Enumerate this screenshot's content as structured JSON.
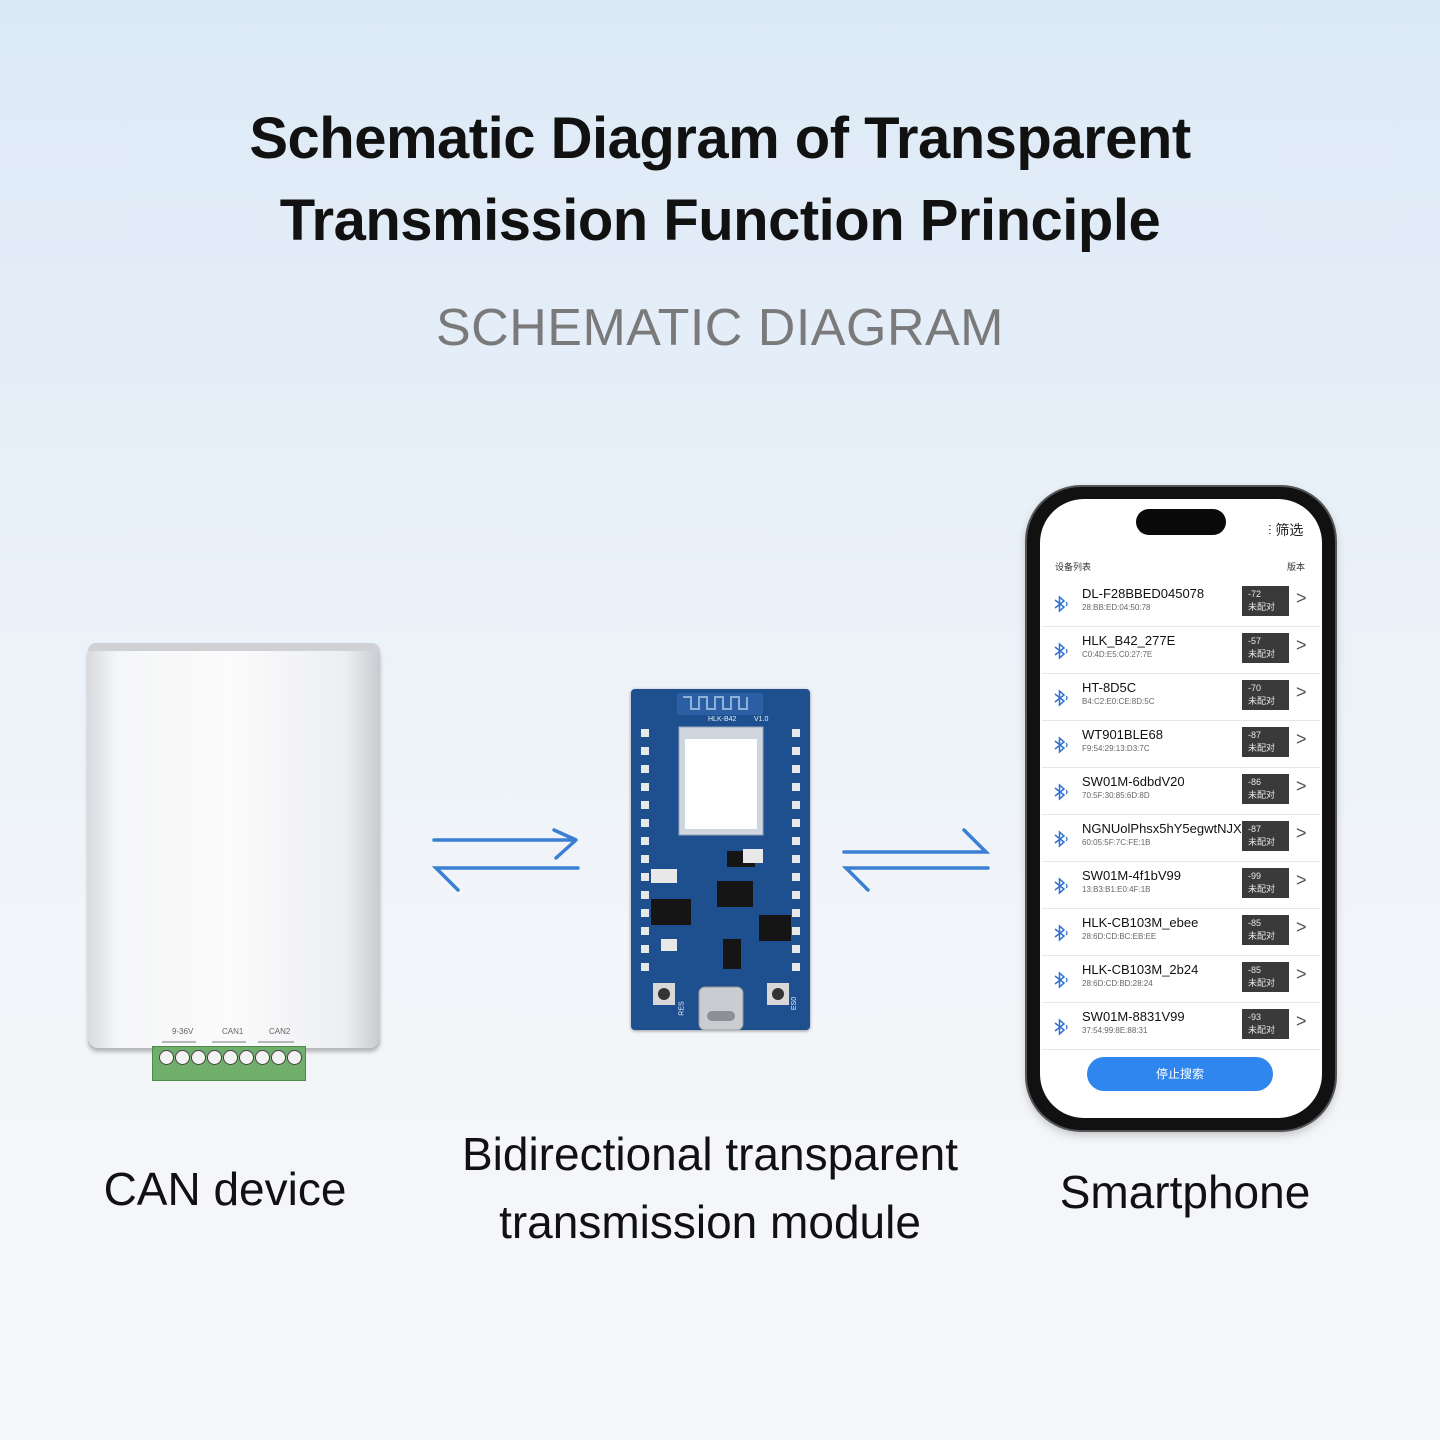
{
  "header": {
    "title_line1": "Schematic Diagram of Transparent",
    "title_line2": "Transmission Function Principle",
    "subtitle": "SCHEMATIC DIAGRAM"
  },
  "labels": {
    "can_device": "CAN device",
    "module_line1": "Bidirectional transparent",
    "module_line2": "transmission module",
    "smartphone": "Smartphone"
  },
  "can_ports": [
    "9-36V",
    "CAN1",
    "CAN2"
  ],
  "pcb_text": {
    "model": "HLK-B42",
    "version": "V1.0",
    "btn_left": "RES",
    "btn_right": "ES0"
  },
  "phone": {
    "filter_label": "筛选",
    "list_header": "设备列表",
    "version_header": "版本",
    "stop_button": "停止搜索",
    "devices": [
      {
        "name": "DL-F28BBED045078",
        "mac": "28:BB:ED:04:50:78",
        "rssi": "-72",
        "status": "未配对"
      },
      {
        "name": "HLK_B42_277E",
        "mac": "C0:4D:E5:C0:27:7E",
        "rssi": "-57",
        "status": "未配对"
      },
      {
        "name": "HT-8D5C",
        "mac": "B4:C2:E0:CE:8D:5C",
        "rssi": "-70",
        "status": "未配对"
      },
      {
        "name": "WT901BLE68",
        "mac": "F9:54:29:13:D3:7C",
        "rssi": "-87",
        "status": "未配对"
      },
      {
        "name": "SW01M-6dbdV20",
        "mac": "70:5F:30:85:6D:8D",
        "rssi": "-86",
        "status": "未配对"
      },
      {
        "name": "NGNUolPhsx5hY5egwtNJX",
        "mac": "60:05:5F:7C:FE:1B",
        "rssi": "-87",
        "status": "未配对"
      },
      {
        "name": "SW01M-4f1bV99",
        "mac": "13:B3:B1:E0:4F:1B",
        "rssi": "-99",
        "status": "未配对"
      },
      {
        "name": "HLK-CB103M_ebee",
        "mac": "28:6D:CD:BC:EB:EE",
        "rssi": "-85",
        "status": "未配对"
      },
      {
        "name": "HLK-CB103M_2b24",
        "mac": "28:6D:CD:BD:28:24",
        "rssi": "-85",
        "status": "未配对"
      },
      {
        "name": "SW01M-8831V99",
        "mac": "37:54:99:8E:88:31",
        "rssi": "-93",
        "status": "未配对"
      }
    ]
  },
  "colors": {
    "arrow": "#3b7fd4",
    "accent": "#2f86ee",
    "pcb": "#1e4f8f"
  }
}
